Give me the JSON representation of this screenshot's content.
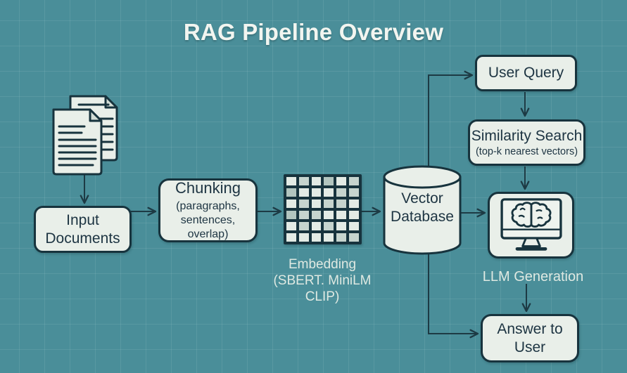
{
  "title": "RAG Pipeline Overview",
  "colors": {
    "background": "#4a8e99",
    "grid_line": "#5e9ca6",
    "node_fill": "#e9efe9",
    "node_border": "#17333d",
    "arrow": "#1d3a44",
    "text_dark": "#1d3442",
    "text_light": "#dfe9e2",
    "cell_light": "#e3ebe5",
    "cell_medium": "#c6d4ce",
    "cell_dark": "#b2c5bf"
  },
  "nodes": {
    "input_documents": {
      "label": "Input Documents"
    },
    "chunking": {
      "title": "Chunking",
      "subtitle": "(paragraphs, sentences, overlap)"
    },
    "embedding": {
      "title": "Embedding",
      "subtitle": "(SBERT. MiniLM CLIP)"
    },
    "vector_database": {
      "label": "Vector Database"
    },
    "user_query": {
      "label": "User Query"
    },
    "similarity_search": {
      "title": "Similarity Search",
      "subtitle": "(top-k nearest vectors)"
    },
    "llm_generation": {
      "label": "LLM Generation"
    },
    "answer_to_user": {
      "label": "Answer to User"
    }
  },
  "icons": {
    "documents": "documents-icon",
    "embedding_matrix": "embedding-matrix-grid",
    "vector_database": "database-cylinder-icon",
    "llm": "monitor-brain-icon"
  },
  "embedding_grid": {
    "rows": 6,
    "cols": 6,
    "cells": [
      "l",
      "m",
      "l",
      "d",
      "l",
      "m",
      "d",
      "l",
      "l",
      "l",
      "m",
      "m",
      "l",
      "m",
      "l",
      "m",
      "m",
      "l",
      "d",
      "m",
      "m",
      "l",
      "l",
      "l",
      "l",
      "m",
      "l",
      "m",
      "l",
      "l",
      "l",
      "l",
      "l",
      "l",
      "m",
      "m"
    ]
  }
}
